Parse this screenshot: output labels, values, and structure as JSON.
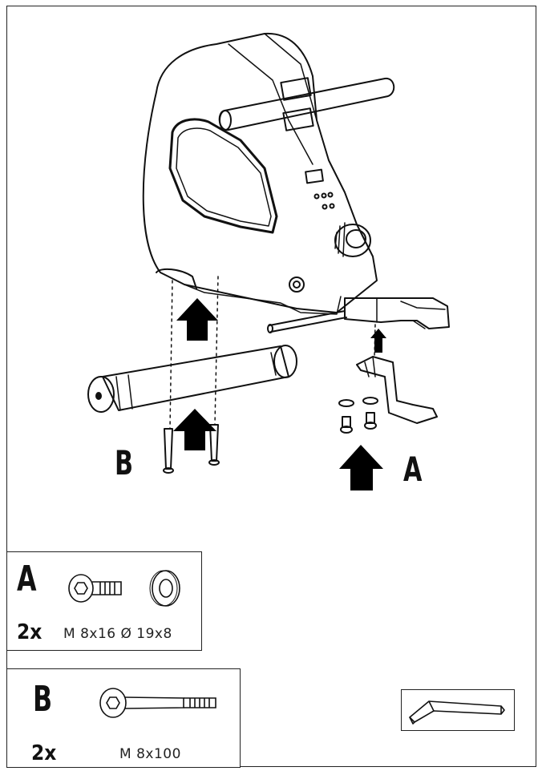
{
  "main": {
    "label_b": "B",
    "label_a": "A"
  },
  "parts": {
    "a": {
      "letter": "A",
      "qty": "2x",
      "spec": "M 8x16 Ø 19x8",
      "items": [
        "bolt-icon",
        "washer-icon"
      ]
    },
    "b": {
      "letter": "B",
      "qty": "2x",
      "spec": "M 8x100",
      "items": [
        "long-bolt-icon"
      ]
    }
  },
  "tool": {
    "icon": "allen-key-icon"
  }
}
